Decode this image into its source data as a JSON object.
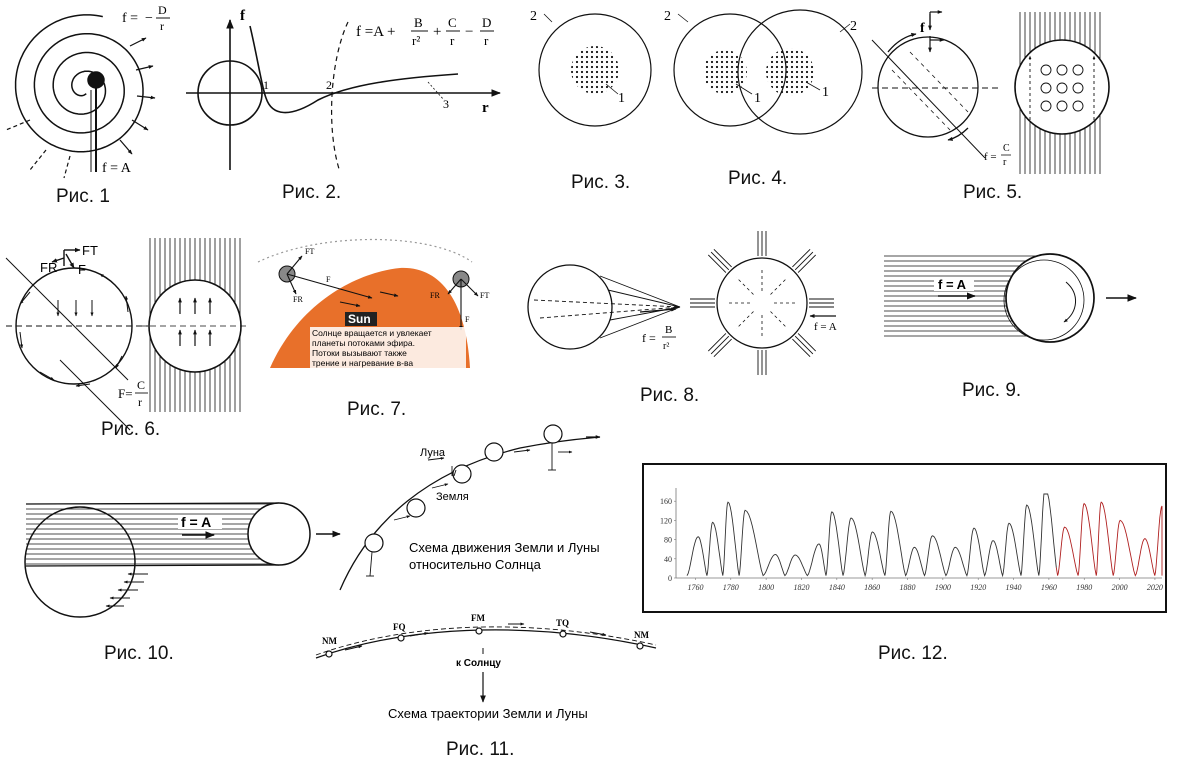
{
  "captions": {
    "fig1": "Рис. 1",
    "fig2": "Рис. 2.",
    "fig3": "Рис. 3.",
    "fig4": "Рис. 4.",
    "fig5": "Рис. 5.",
    "fig6": "Рис. 6.",
    "fig7": "Рис. 7.",
    "fig8": "Рис. 8.",
    "fig9": "Рис. 9.",
    "fig10": "Рис. 10.",
    "fig11": "Рис. 11.",
    "fig12": "Рис. 12."
  },
  "fig1": {
    "formula_top_left": "f =",
    "formula_top_num": "D",
    "formula_top_den": "r",
    "formula_top_sign": "−",
    "formula_bottom": "f = A"
  },
  "fig2": {
    "axis_f": "f",
    "axis_r": "r",
    "formula_main": "f =A +",
    "formula_b_num": "B",
    "formula_b_den": "r²",
    "formula_c_num": "C",
    "formula_c_den": "r",
    "formula_d_num": "D",
    "formula_d_den": "r",
    "point_1": "1",
    "point_2": "2",
    "point_3": "3"
  },
  "fig3": {
    "label_2": "2",
    "label_1": "1"
  },
  "fig4": {
    "label_2a": "2",
    "label_2b": "2",
    "label_1a": "1",
    "label_1b": "1"
  },
  "fig5": {
    "label_f": "f",
    "formula_lhs": "f =",
    "formula_num": "C",
    "formula_den": "r"
  },
  "fig6": {
    "label_ft": "FT",
    "label_fr": "FR",
    "label_f": "F",
    "formula_lhs": "F=",
    "formula_num": "C",
    "formula_den": "r"
  },
  "fig7": {
    "label_ft_left": "FT",
    "label_fr_left": "FR",
    "label_f_mid": "F",
    "label_fr_right": "FR",
    "label_ft_right": "FT",
    "label_f_right": "F",
    "sun_label": "Sun",
    "sun_text": [
      "Солнце вращается и увлекает",
      "планеты потоками эфира.",
      "Потоки вызывают также",
      "трение и нагревание в-ва"
    ],
    "colors": {
      "sun": "#e8702a",
      "sun_box": "#222222"
    }
  },
  "fig8": {
    "formula_lhs": "f =",
    "formula_num": "B",
    "formula_den": "r²",
    "formula_right": "f = A"
  },
  "fig9": {
    "formula": "f = A"
  },
  "fig10": {
    "formula": "f = A"
  },
  "fig11": {
    "moon_label": "Луна",
    "earth_label": "Земля",
    "scheme_title_line1": "Схема движения Земли и Луны",
    "scheme_title_line2": "относительно Солнца",
    "phase_nm_left": "NM",
    "phase_fq": "FQ",
    "phase_fm": "FM",
    "phase_tq": "TQ",
    "phase_nm_right": "NM",
    "to_sun": "к Солнцу",
    "trajectory_title": "Схема траектории Земли и Луны"
  },
  "chart_data": {
    "type": "line",
    "title": "",
    "xlabel": "",
    "ylabel": "",
    "x_ticks": [
      "1760",
      "1780",
      "1800",
      "1820",
      "1840",
      "1860",
      "1880",
      "1900",
      "1920",
      "1940",
      "1960",
      "1980",
      "2000",
      "2020"
    ],
    "y_ticks": [
      "0",
      "40",
      "80",
      "120",
      "160"
    ],
    "xlim": [
      1749,
      2024
    ],
    "ylim": [
      0,
      175
    ],
    "colors": {
      "historical": "#333333",
      "recent": "#b02020"
    },
    "cycles": [
      {
        "min_year": 1755.2,
        "max_year": 1761.5,
        "max": 86
      },
      {
        "min_year": 1766.5,
        "max_year": 1769.7,
        "max": 116
      },
      {
        "min_year": 1775.5,
        "max_year": 1778.4,
        "max": 158
      },
      {
        "min_year": 1784.7,
        "max_year": 1788.1,
        "max": 141
      },
      {
        "min_year": 1798.3,
        "max_year": 1805.2,
        "max": 49
      },
      {
        "min_year": 1810.6,
        "max_year": 1816.4,
        "max": 48
      },
      {
        "min_year": 1823.3,
        "max_year": 1829.9,
        "max": 71
      },
      {
        "min_year": 1833.9,
        "max_year": 1837.2,
        "max": 138
      },
      {
        "min_year": 1843.5,
        "max_year": 1848.1,
        "max": 125
      },
      {
        "min_year": 1856.0,
        "max_year": 1860.1,
        "max": 96
      },
      {
        "min_year": 1867.2,
        "max_year": 1870.6,
        "max": 139
      },
      {
        "min_year": 1878.9,
        "max_year": 1883.9,
        "max": 64
      },
      {
        "min_year": 1889.6,
        "max_year": 1894.1,
        "max": 88
      },
      {
        "min_year": 1901.7,
        "max_year": 1907.0,
        "max": 64
      },
      {
        "min_year": 1913.6,
        "max_year": 1917.6,
        "max": 104
      },
      {
        "min_year": 1923.6,
        "max_year": 1928.4,
        "max": 78
      },
      {
        "min_year": 1933.8,
        "max_year": 1937.4,
        "max": 114
      },
      {
        "min_year": 1944.2,
        "max_year": 1947.5,
        "max": 152
      },
      {
        "min_year": 1954.3,
        "max_year": 1957.9,
        "max": 190
      },
      {
        "min_year": 1964.9,
        "max_year": 1968.9,
        "max": 106
      },
      {
        "min_year": 1976.5,
        "max_year": 1979.9,
        "max": 155
      },
      {
        "min_year": 1986.8,
        "max_year": 1989.6,
        "max": 158
      },
      {
        "min_year": 1996.4,
        "max_year": 2000.3,
        "max": 120
      },
      {
        "min_year": 2008.9,
        "max_year": 2014.3,
        "max": 82
      },
      {
        "min_year": 2019.9,
        "max_year": 2024.0,
        "max": 150
      }
    ],
    "recent_from_year": 1964
  }
}
